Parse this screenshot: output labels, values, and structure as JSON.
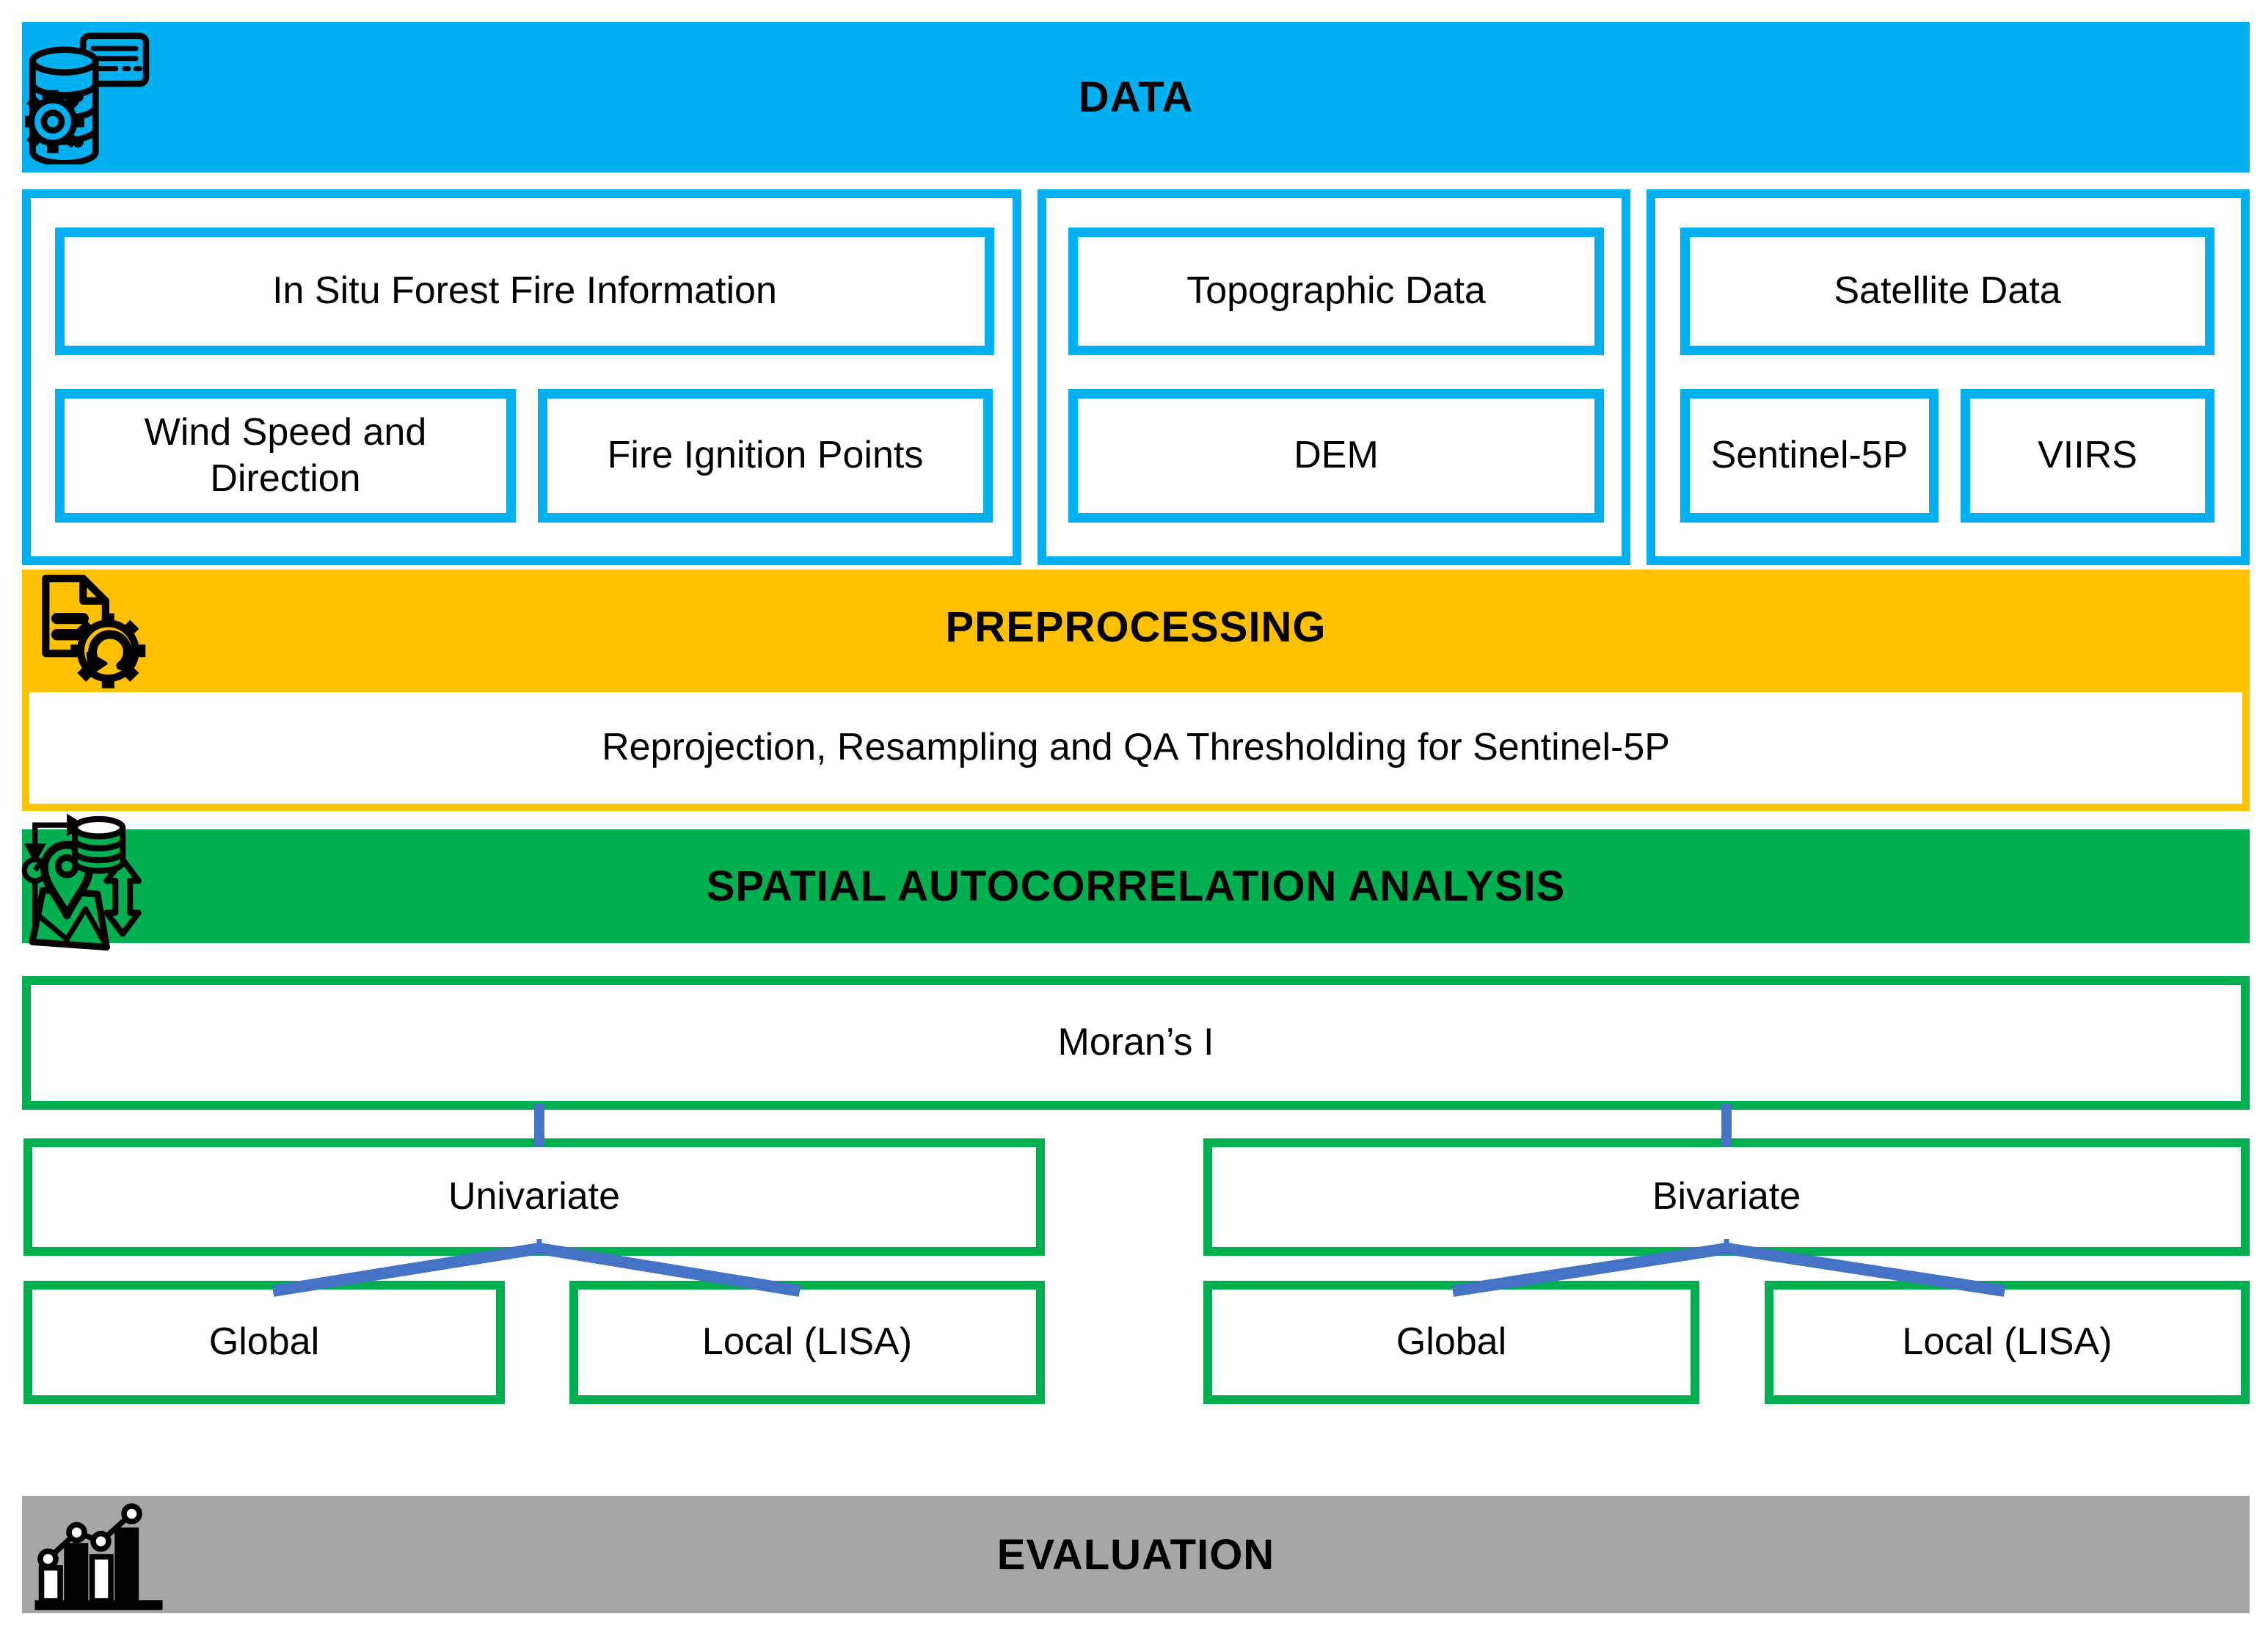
{
  "colors": {
    "cyan": "#00B0F0",
    "yellow": "#FFC000",
    "green": "#00B050",
    "gray": "#A6A6A6",
    "connector_blue": "#4472C4",
    "text": "#000000"
  },
  "data_section": {
    "title": "DATA",
    "icon": "database-gear-icon",
    "in_situ_group": {
      "main": "In Situ Forest Fire Information",
      "left": "Wind Speed and Direction",
      "right": "Fire Ignition Points"
    },
    "topographic_group": {
      "main": "Topographic Data",
      "sub": "DEM"
    },
    "satellite_group": {
      "main": "Satellite Data",
      "left": "Sentinel-5P",
      "right": "VIIRS"
    }
  },
  "preprocessing_section": {
    "title": "PREPROCESSING",
    "icon": "document-gear-icon",
    "box": "Reprojection, Resampling and QA Thresholding for Sentinel-5P"
  },
  "spatial_section": {
    "title": "SPATIAL AUTOCORRELATION ANALYSIS",
    "icon": "map-pin-database-icon",
    "root": "Moran’s I",
    "univariate": {
      "label": "Univariate",
      "global": "Global",
      "local": "Local (LISA)"
    },
    "bivariate": {
      "label": "Bivariate",
      "global": "Global",
      "local": "Local (LISA)"
    }
  },
  "evaluation_section": {
    "title": "EVALUATION",
    "icon": "bar-line-chart-icon"
  }
}
